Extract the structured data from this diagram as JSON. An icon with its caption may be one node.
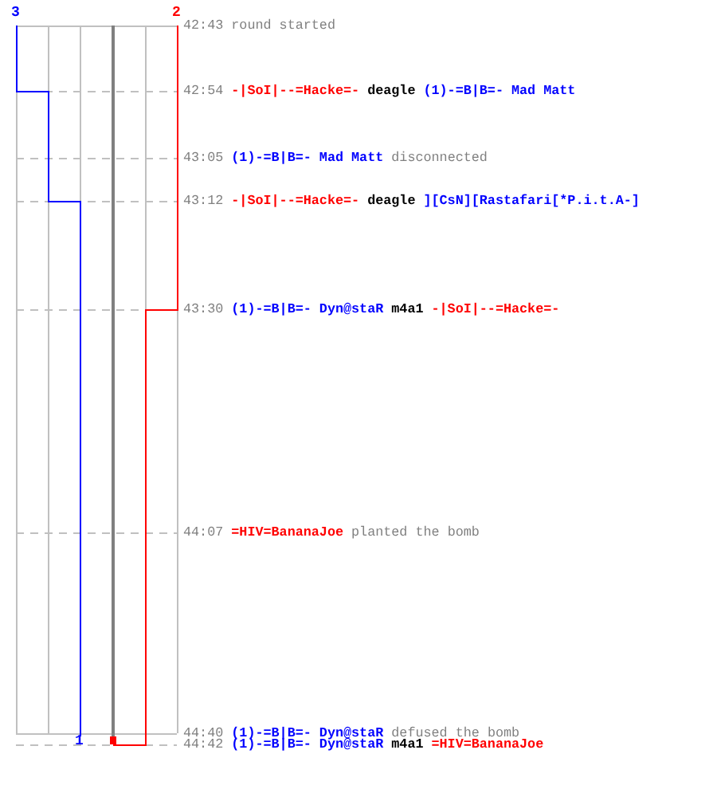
{
  "diagram": {
    "labels": [
      "3",
      "2",
      "42:43",
      "round started",
      "42:54",
      "-|SoI|--=Hacke=-",
      "deagle",
      "(1)-=B|B=- Mad Matt",
      "43:05",
      "(1)-=B|B=- Mad Matt",
      "disconnected",
      "43:12",
      "-|SoI|--=Hacke=-",
      "deagle",
      "][CsN][Rastafari[*P.i.t.A-]",
      "43:30",
      "(1)-=B|B=- Dyn@staR",
      "m4a1",
      "-|SoI|--=Hacke=-",
      "44:07",
      "=HIV=BananaJoe",
      "planted the bomb",
      "44:40",
      "(1)-=B|B=- Dyn@staR",
      "defused the bomb",
      "1",
      "44:42",
      "(1)-=B|B=- Dyn@staR",
      "m4a1",
      "=HIV=BananaJoe"
    ]
  }
}
